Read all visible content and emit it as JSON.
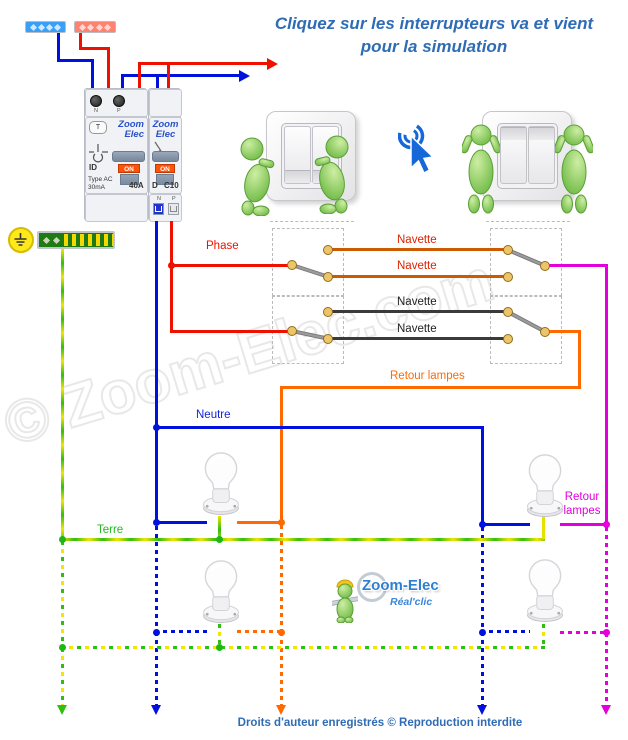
{
  "title": {
    "line1": "Cliquez sur les interrupteurs va et vient",
    "line2": "pour la simulation"
  },
  "breaker": {
    "brand_line1": "Zoom",
    "brand_line2": "Elec",
    "test_button": "T",
    "id_label": "ID",
    "type_label": "Type AC",
    "sensitivity": "30mA",
    "rating": "40A",
    "curve": "D",
    "breaker_rating": "C10",
    "on_label": "ON",
    "terminal_n": "N",
    "terminal_p": "P"
  },
  "wire_labels": {
    "phase": "Phase",
    "neutre": "Neutre",
    "terre": "Terre",
    "retour_lampes": "Retour lampes",
    "retour_line1": "Retour",
    "retour_line2": "lampes",
    "navettes": [
      {
        "label": "Navette",
        "color": "#dd2200"
      },
      {
        "label": "Navette",
        "color": "#dd2200"
      },
      {
        "label": "Navette",
        "color": "#222222"
      },
      {
        "label": "Navette",
        "color": "#222222"
      }
    ]
  },
  "colors": {
    "phase": "#ee1100",
    "neutre": "#0011dd",
    "terre_green": "#2fbf10",
    "terre_yellow": "#f0e600",
    "navette_orange": "#cc5a00",
    "navette_dark": "#3a3a3a",
    "retour_orange": "#ff6a00",
    "retour_magenta": "#e400dd",
    "title_blue": "#2e6cb5"
  },
  "logo": {
    "brand": "Zoom-Elec",
    "tagline": "Réal'clic"
  },
  "watermark": "© Zoom-Elec.com",
  "footer": "Droits d'auteur enregistrés © Reproduction interdite"
}
